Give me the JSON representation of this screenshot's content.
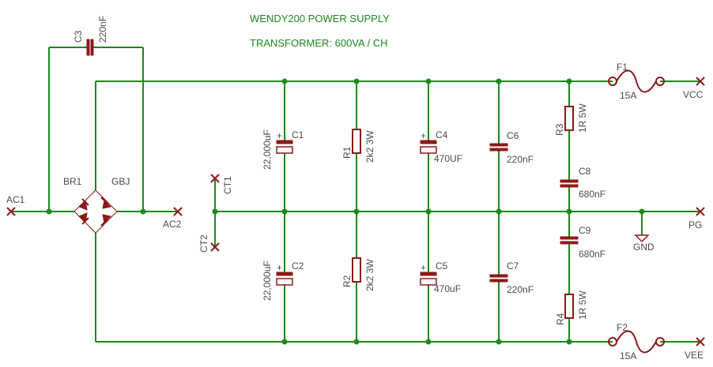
{
  "title": {
    "line1": "WENDY200 POWER SUPPLY",
    "line2": "TRANSFORMER: 600VA / CH"
  },
  "labels": {
    "c3_name": "C3",
    "c3_value": "220nF",
    "br1_name": "BR1",
    "br1_value": "GBJ",
    "ac1": "AC1",
    "ac2": "AC2",
    "ct1": "CT1",
    "ct2": "CT2",
    "c1_name": "C1",
    "c1_value": "22,000uF",
    "c2_name": "C2",
    "c2_value": "22,000uF",
    "r1_name": "R1",
    "r1_value": "2k2 3W",
    "r2_name": "R2",
    "r2_value": "2k2 3W",
    "c4_name": "C4",
    "c4_value": "470UF",
    "c5_name": "C5",
    "c5_value": "470uF",
    "c6_name": "C6",
    "c6_value": "220nF",
    "c7_name": "C7",
    "c7_value": "220nF",
    "r3_name": "R3",
    "r3_value": "1R 5W",
    "r4_name": "R4",
    "r4_value": "1R 5W",
    "c8_name": "C8",
    "c8_value": "680nF",
    "c9_name": "C9",
    "c9_value": "680nF",
    "f1_name": "F1",
    "f1_value": "15A",
    "f2_name": "F2",
    "f2_value": "15A",
    "vcc": "VCC",
    "pg": "PG",
    "vee": "VEE",
    "gnd": "GND"
  },
  "colors": {
    "wire": "#1a8a1a",
    "component": "#8b1a1a",
    "text": "#4a4a4a"
  }
}
